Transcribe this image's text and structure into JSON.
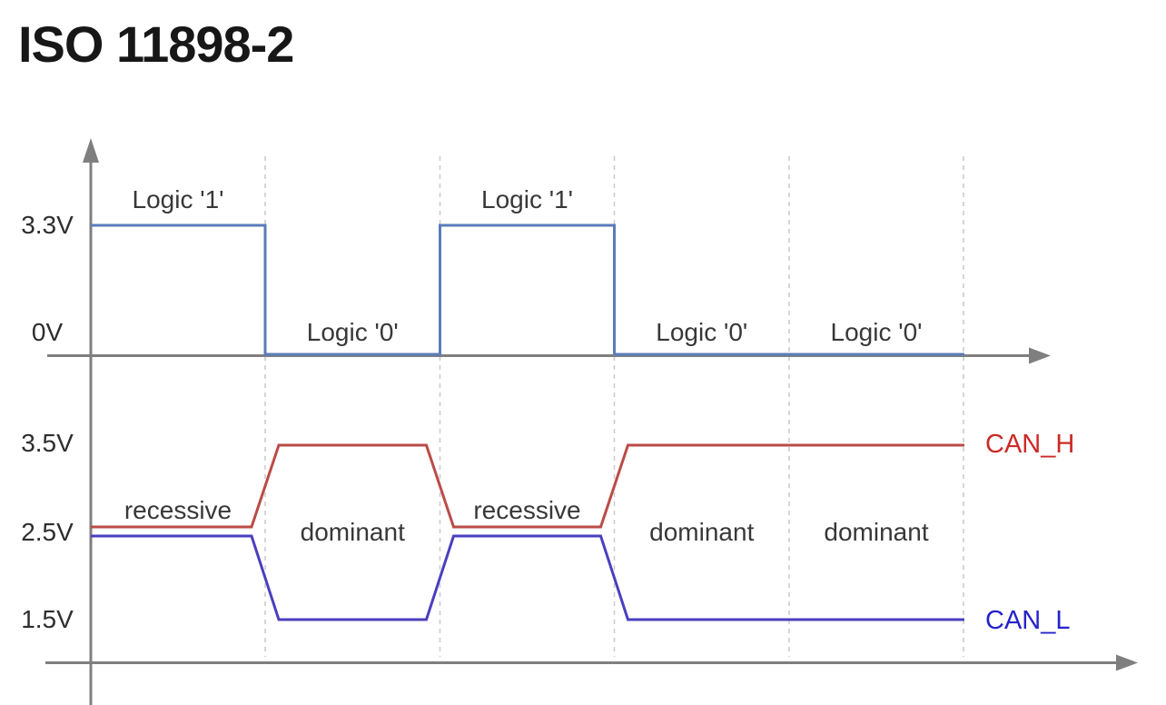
{
  "title": "ISO 11898-2",
  "top_chart": {
    "axis_labels": [
      {
        "text": "3.3V",
        "voltage": 3.3
      },
      {
        "text": "0V",
        "voltage": 0
      }
    ],
    "slot_labels": [
      "Logic '1'",
      "Logic '0'",
      "Logic '1'",
      "Logic '0'",
      "Logic '0'"
    ],
    "signal": {
      "name": "logic-signal",
      "voltages_per_slot": [
        3.3,
        0,
        3.3,
        0,
        0
      ],
      "high_voltage": 3.3,
      "low_voltage": 0
    }
  },
  "bottom_chart": {
    "axis_labels": [
      {
        "text": "3.5V",
        "voltage": 3.5
      },
      {
        "text": "2.5V",
        "voltage": 2.5
      },
      {
        "text": "1.5V",
        "voltage": 1.5
      }
    ],
    "slot_labels": [
      "recessive",
      "dominant",
      "recessive",
      "dominant",
      "dominant"
    ],
    "series": [
      {
        "label": "CAN_H",
        "voltages_per_slot": [
          2.5,
          3.5,
          2.5,
          3.5,
          3.5
        ],
        "line_color": "#bb4b47",
        "label_color": "#cb2a26"
      },
      {
        "label": "CAN_L",
        "voltages_per_slot": [
          2.5,
          1.5,
          2.5,
          1.5,
          1.5
        ],
        "line_color": "#4a3fbf",
        "label_color": "#2424cb"
      }
    ]
  },
  "colors": {
    "logic_line": "#5b7cba",
    "axis": "#7f7f7f",
    "grid": "#c9c9c9",
    "text": "#383838",
    "title": "#171717",
    "background": "#ffffff"
  }
}
